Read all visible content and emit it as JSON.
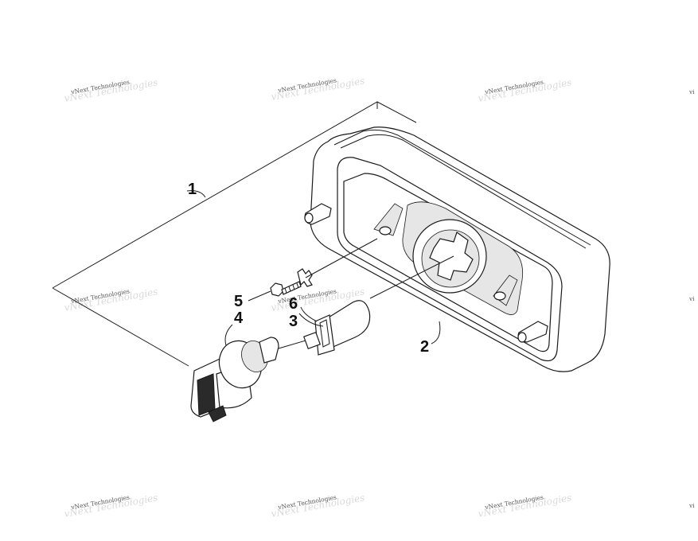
{
  "diagram": {
    "callouts": {
      "c1": "1",
      "c2": "2",
      "c3": "3",
      "c4": "4",
      "c5": "5",
      "c6": "6"
    },
    "watermark_text": "vNext Technologies",
    "watermark_ghost_text": "vNext Technologies",
    "watermark_edge_text": "vi"
  }
}
